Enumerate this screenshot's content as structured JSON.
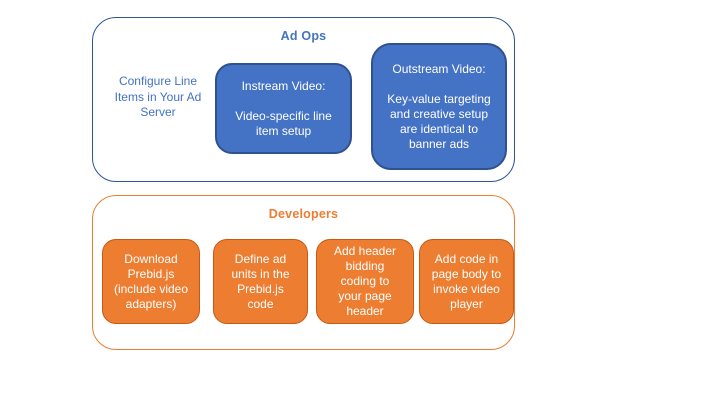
{
  "diagram": {
    "ad_ops": {
      "title": "Ad Ops",
      "note": "Configure Line\nItems in Your Ad\nServer",
      "boxes": [
        {
          "id": "instream-video",
          "label": "Instream Video:\n\nVideo-specific line\nitem setup"
        },
        {
          "id": "outstream-video",
          "label": "Outstream Video:\n\nKey-value targeting\nand creative setup\nare identical to\nbanner ads"
        }
      ]
    },
    "developers": {
      "title": "Developers",
      "boxes": [
        {
          "id": "download-prebid",
          "label": "Download\nPrebid.js\n(include video\nadapters)"
        },
        {
          "id": "define-ad-units",
          "label": "Define ad\nunits in the\nPrebid.js\ncode"
        },
        {
          "id": "add-header-bidding",
          "label": "Add header\nbidding\ncoding to\nyour page\nheader"
        },
        {
          "id": "add-page-body-code",
          "label": "Add code in\npage body to\ninvoke video\nplayer"
        }
      ]
    },
    "colors": {
      "blue_fill": "#4472C4",
      "blue_box_border": "#2F528F",
      "blue_group_border": "#2E5597",
      "blue_text": "#4472C4",
      "orange_fill": "#ED7D31",
      "orange_box_border": "#C55A11",
      "orange_group_border": "#ED7D31",
      "orange_text": "#ED7D31",
      "box_text": "#FFFFFF",
      "background": "#FFFFFF"
    }
  }
}
